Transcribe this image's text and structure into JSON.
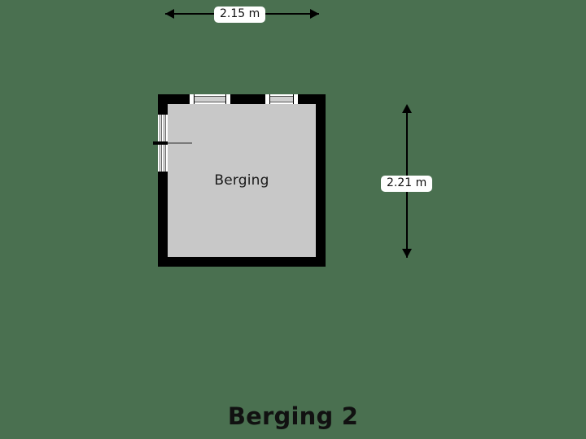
{
  "plan": {
    "title": "Berging 2",
    "background_color": "#4a7050",
    "wall_color": "#000000",
    "floor_color": "#c8c8c8"
  },
  "room": {
    "label": "Berging"
  },
  "dimensions": {
    "width": {
      "value": "2.15 m",
      "orientation": "horizontal"
    },
    "height": {
      "value": "2.21 m",
      "orientation": "vertical"
    }
  },
  "openings": [
    {
      "name": "window-top-left",
      "type": "window",
      "wall": "top"
    },
    {
      "name": "window-top-right",
      "type": "window",
      "wall": "top"
    },
    {
      "name": "sliding-door-left",
      "type": "sliding-door",
      "wall": "left"
    }
  ]
}
